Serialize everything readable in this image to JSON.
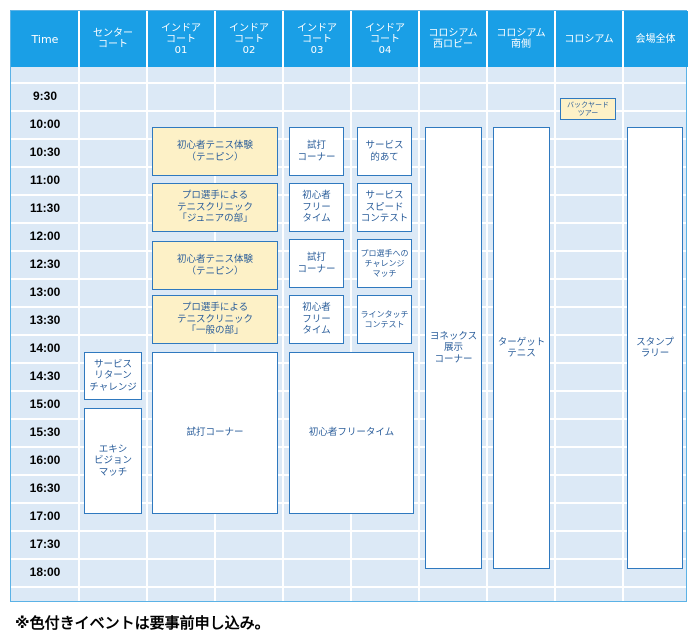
{
  "header": {
    "time": "Time",
    "venues": [
      "センター\nコート",
      "インドア\nコート\n01",
      "インドア\nコート\n02",
      "インドア\nコート\n03",
      "インドア\nコート\n04",
      "コロシアム\n西ロビー",
      "コロシアム\n南側",
      "コロシアム",
      "会場全体"
    ]
  },
  "times": [
    "9:30",
    "10:00",
    "10:30",
    "11:00",
    "11:30",
    "12:00",
    "12:30",
    "13:00",
    "13:30",
    "14:00",
    "14:30",
    "15:00",
    "15:30",
    "16:00",
    "16:30",
    "17:00",
    "17:30",
    "18:00"
  ],
  "events": {
    "backyard_tour": "バックヤード\nツアー",
    "beginner_1": "初心者テニス体験\n（テニピン）",
    "pro_junior": "プロ選手による\nテニスクリニック\n「ジュニアの部」",
    "beginner_2": "初心者テニス体験\n（テニピン）",
    "pro_general": "プロ選手による\nテニスクリニック\n「一般の部」",
    "trial_1": "試打\nコーナー",
    "free_1": "初心者\nフリー\nタイム",
    "trial_2": "試打\nコーナー",
    "free_2": "初心者\nフリー\nタイム",
    "serve_target": "サービス\n的あて",
    "serve_speed": "サービス\nスピード\nコンテスト",
    "pro_challenge": "プロ選手への\nチャレンジ\nマッチ",
    "line_touch": "ラインタッチ\nコンテスト",
    "yonex": "ヨネックス\n展示\nコーナー",
    "target_tennis": "ターゲット\nテニス",
    "stamp_rally": "スタンプ\nラリー",
    "serve_return": "サービス\nリターン\nチャレンジ",
    "exhibition": "エキシ\nビジョン\nマッチ",
    "trial_big": "試打コーナー",
    "free_big": "初心者フリータイム"
  },
  "colors": {
    "header": "#1a9fe6",
    "grid_bg": "#dce9f6",
    "highlight": "#fdf1c7",
    "border": "#2f79bf"
  },
  "footnote": "※色付きイベントは要事前申し込み。"
}
